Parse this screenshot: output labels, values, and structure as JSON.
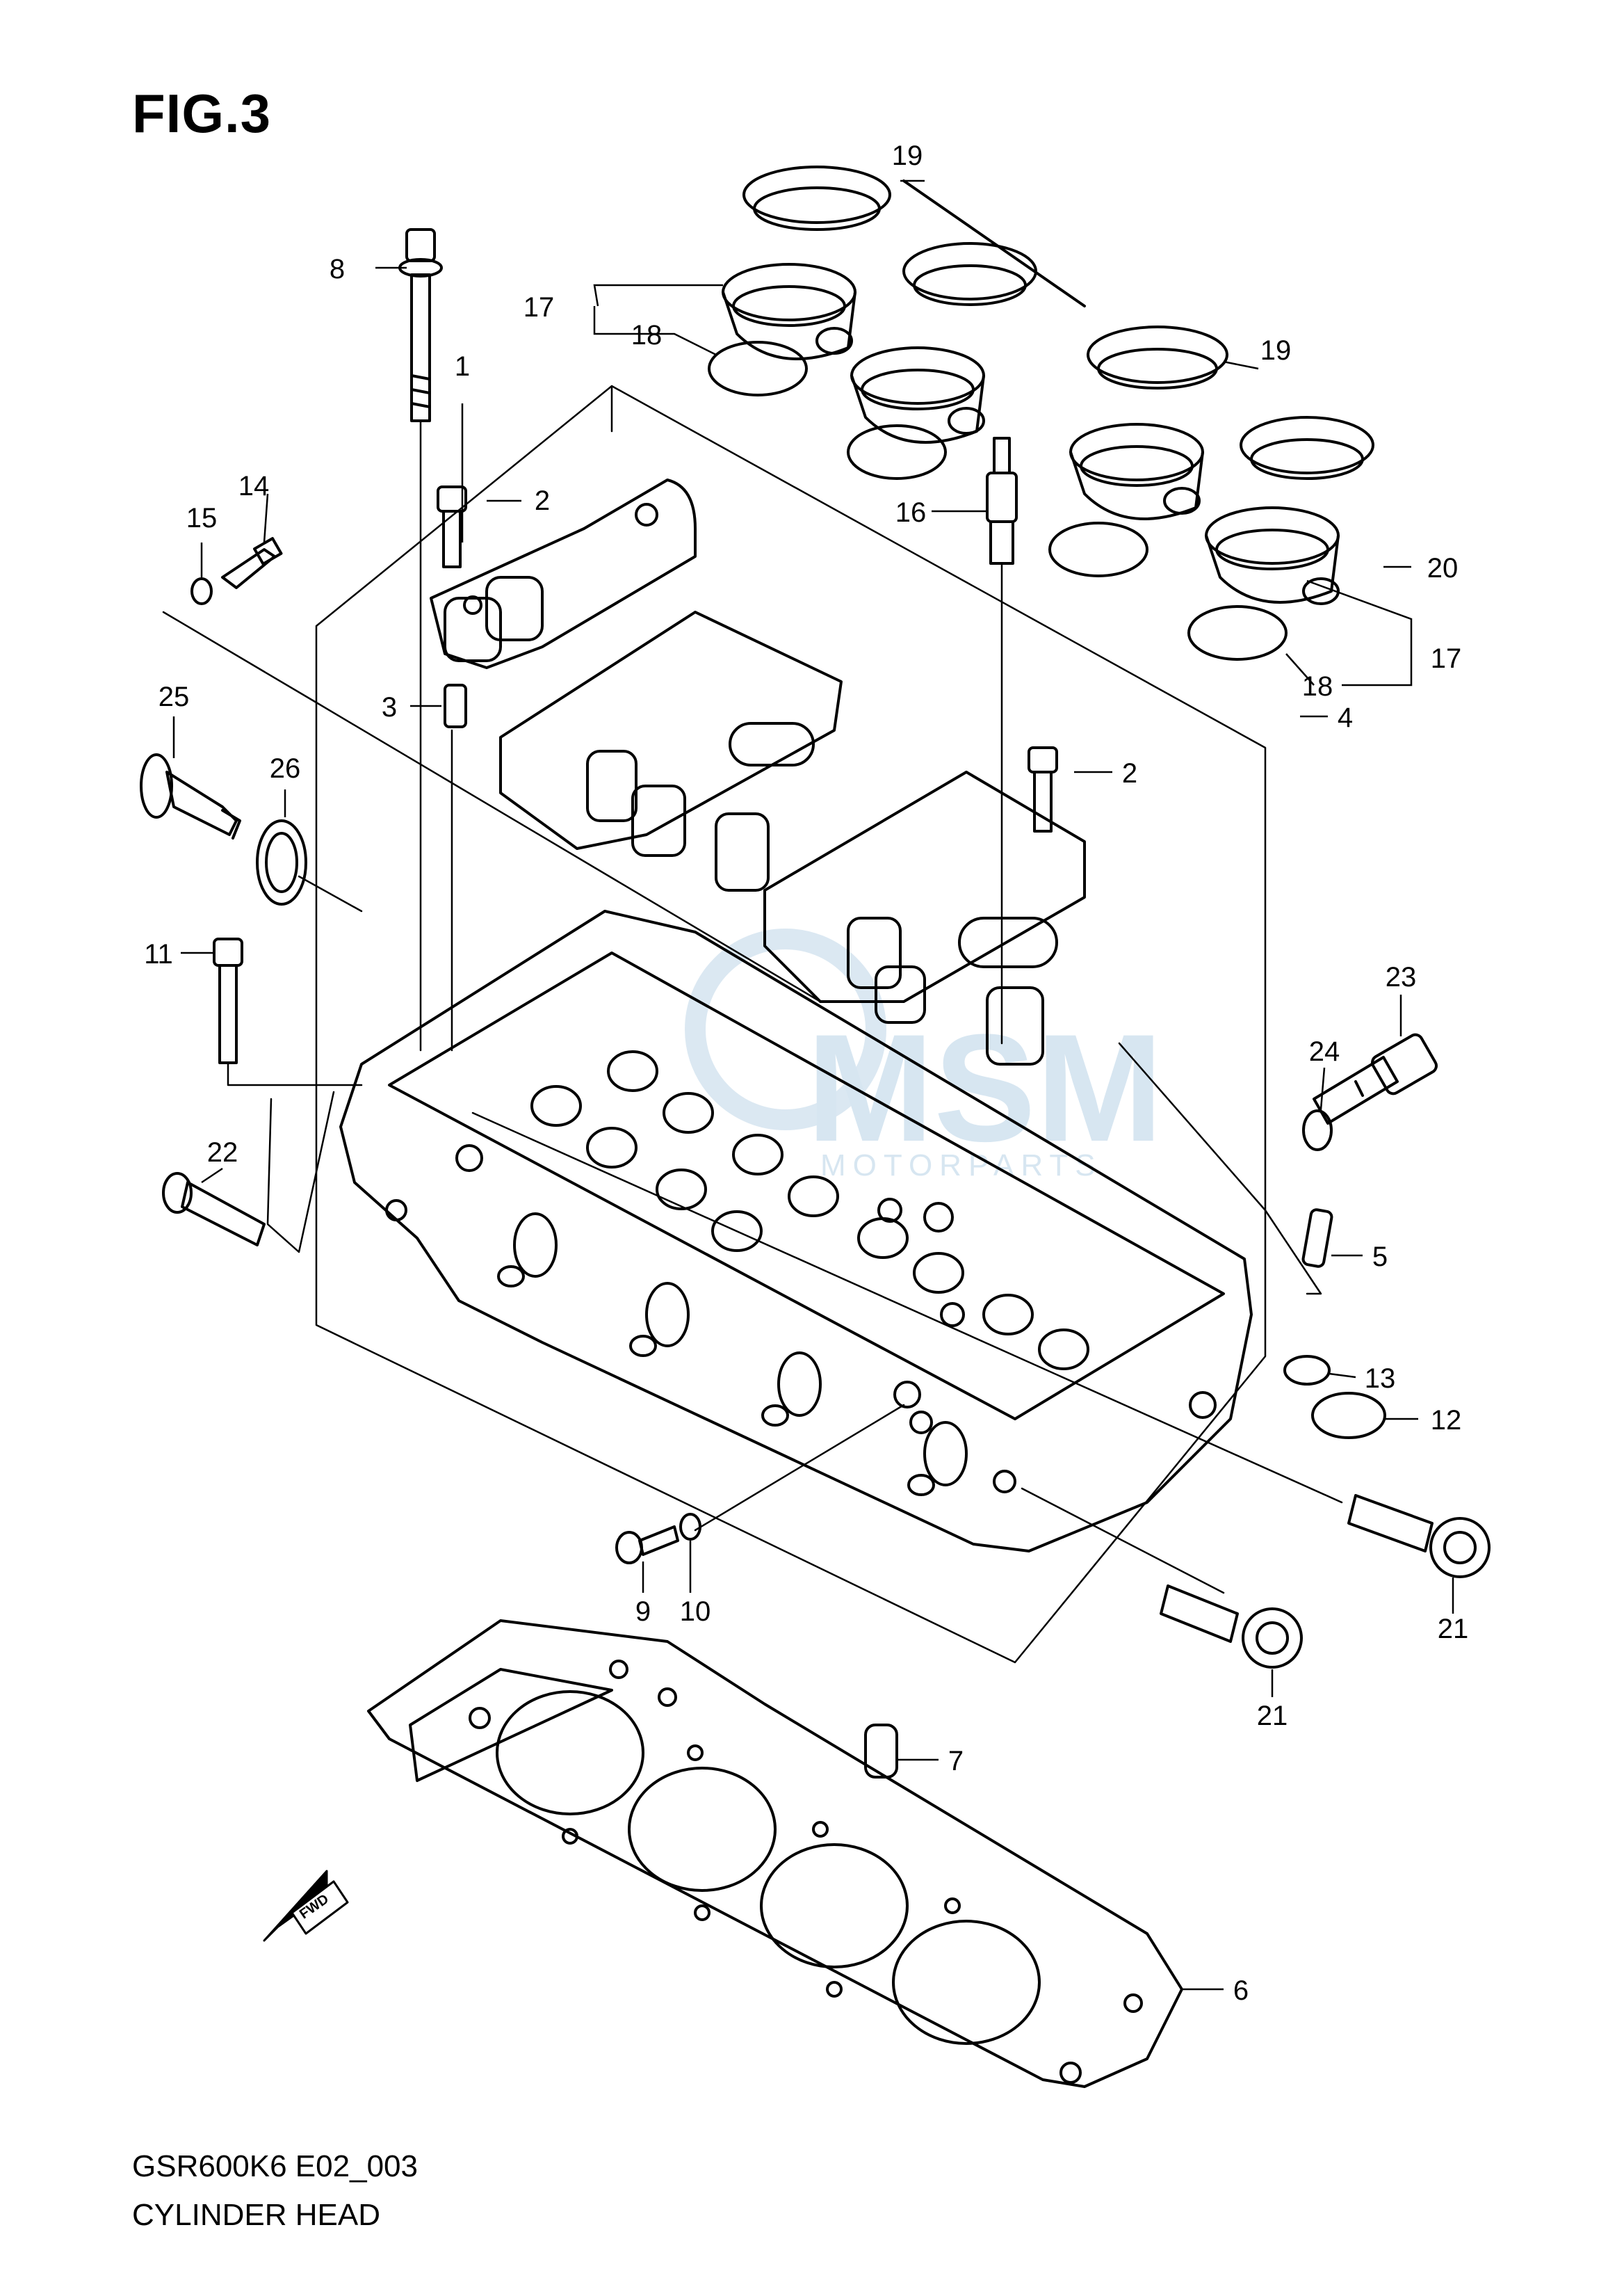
{
  "figure": {
    "label": "FIG.3"
  },
  "footer": {
    "code": "GSR600K6 E02_003",
    "title": "CYLINDER HEAD"
  },
  "watermark": {
    "text": "MSM",
    "sub": "MOTORPARTS"
  },
  "fwd_arrow": {
    "label": "FWD"
  },
  "callouts": [
    "19",
    "8",
    "17",
    "18",
    "1",
    "19",
    "2",
    "14",
    "15",
    "16",
    "20",
    "17",
    "18",
    "4",
    "3",
    "25",
    "26",
    "2",
    "11",
    "23",
    "24",
    "5",
    "22",
    "13",
    "12",
    "21",
    "9",
    "10",
    "21",
    "7",
    "6"
  ]
}
